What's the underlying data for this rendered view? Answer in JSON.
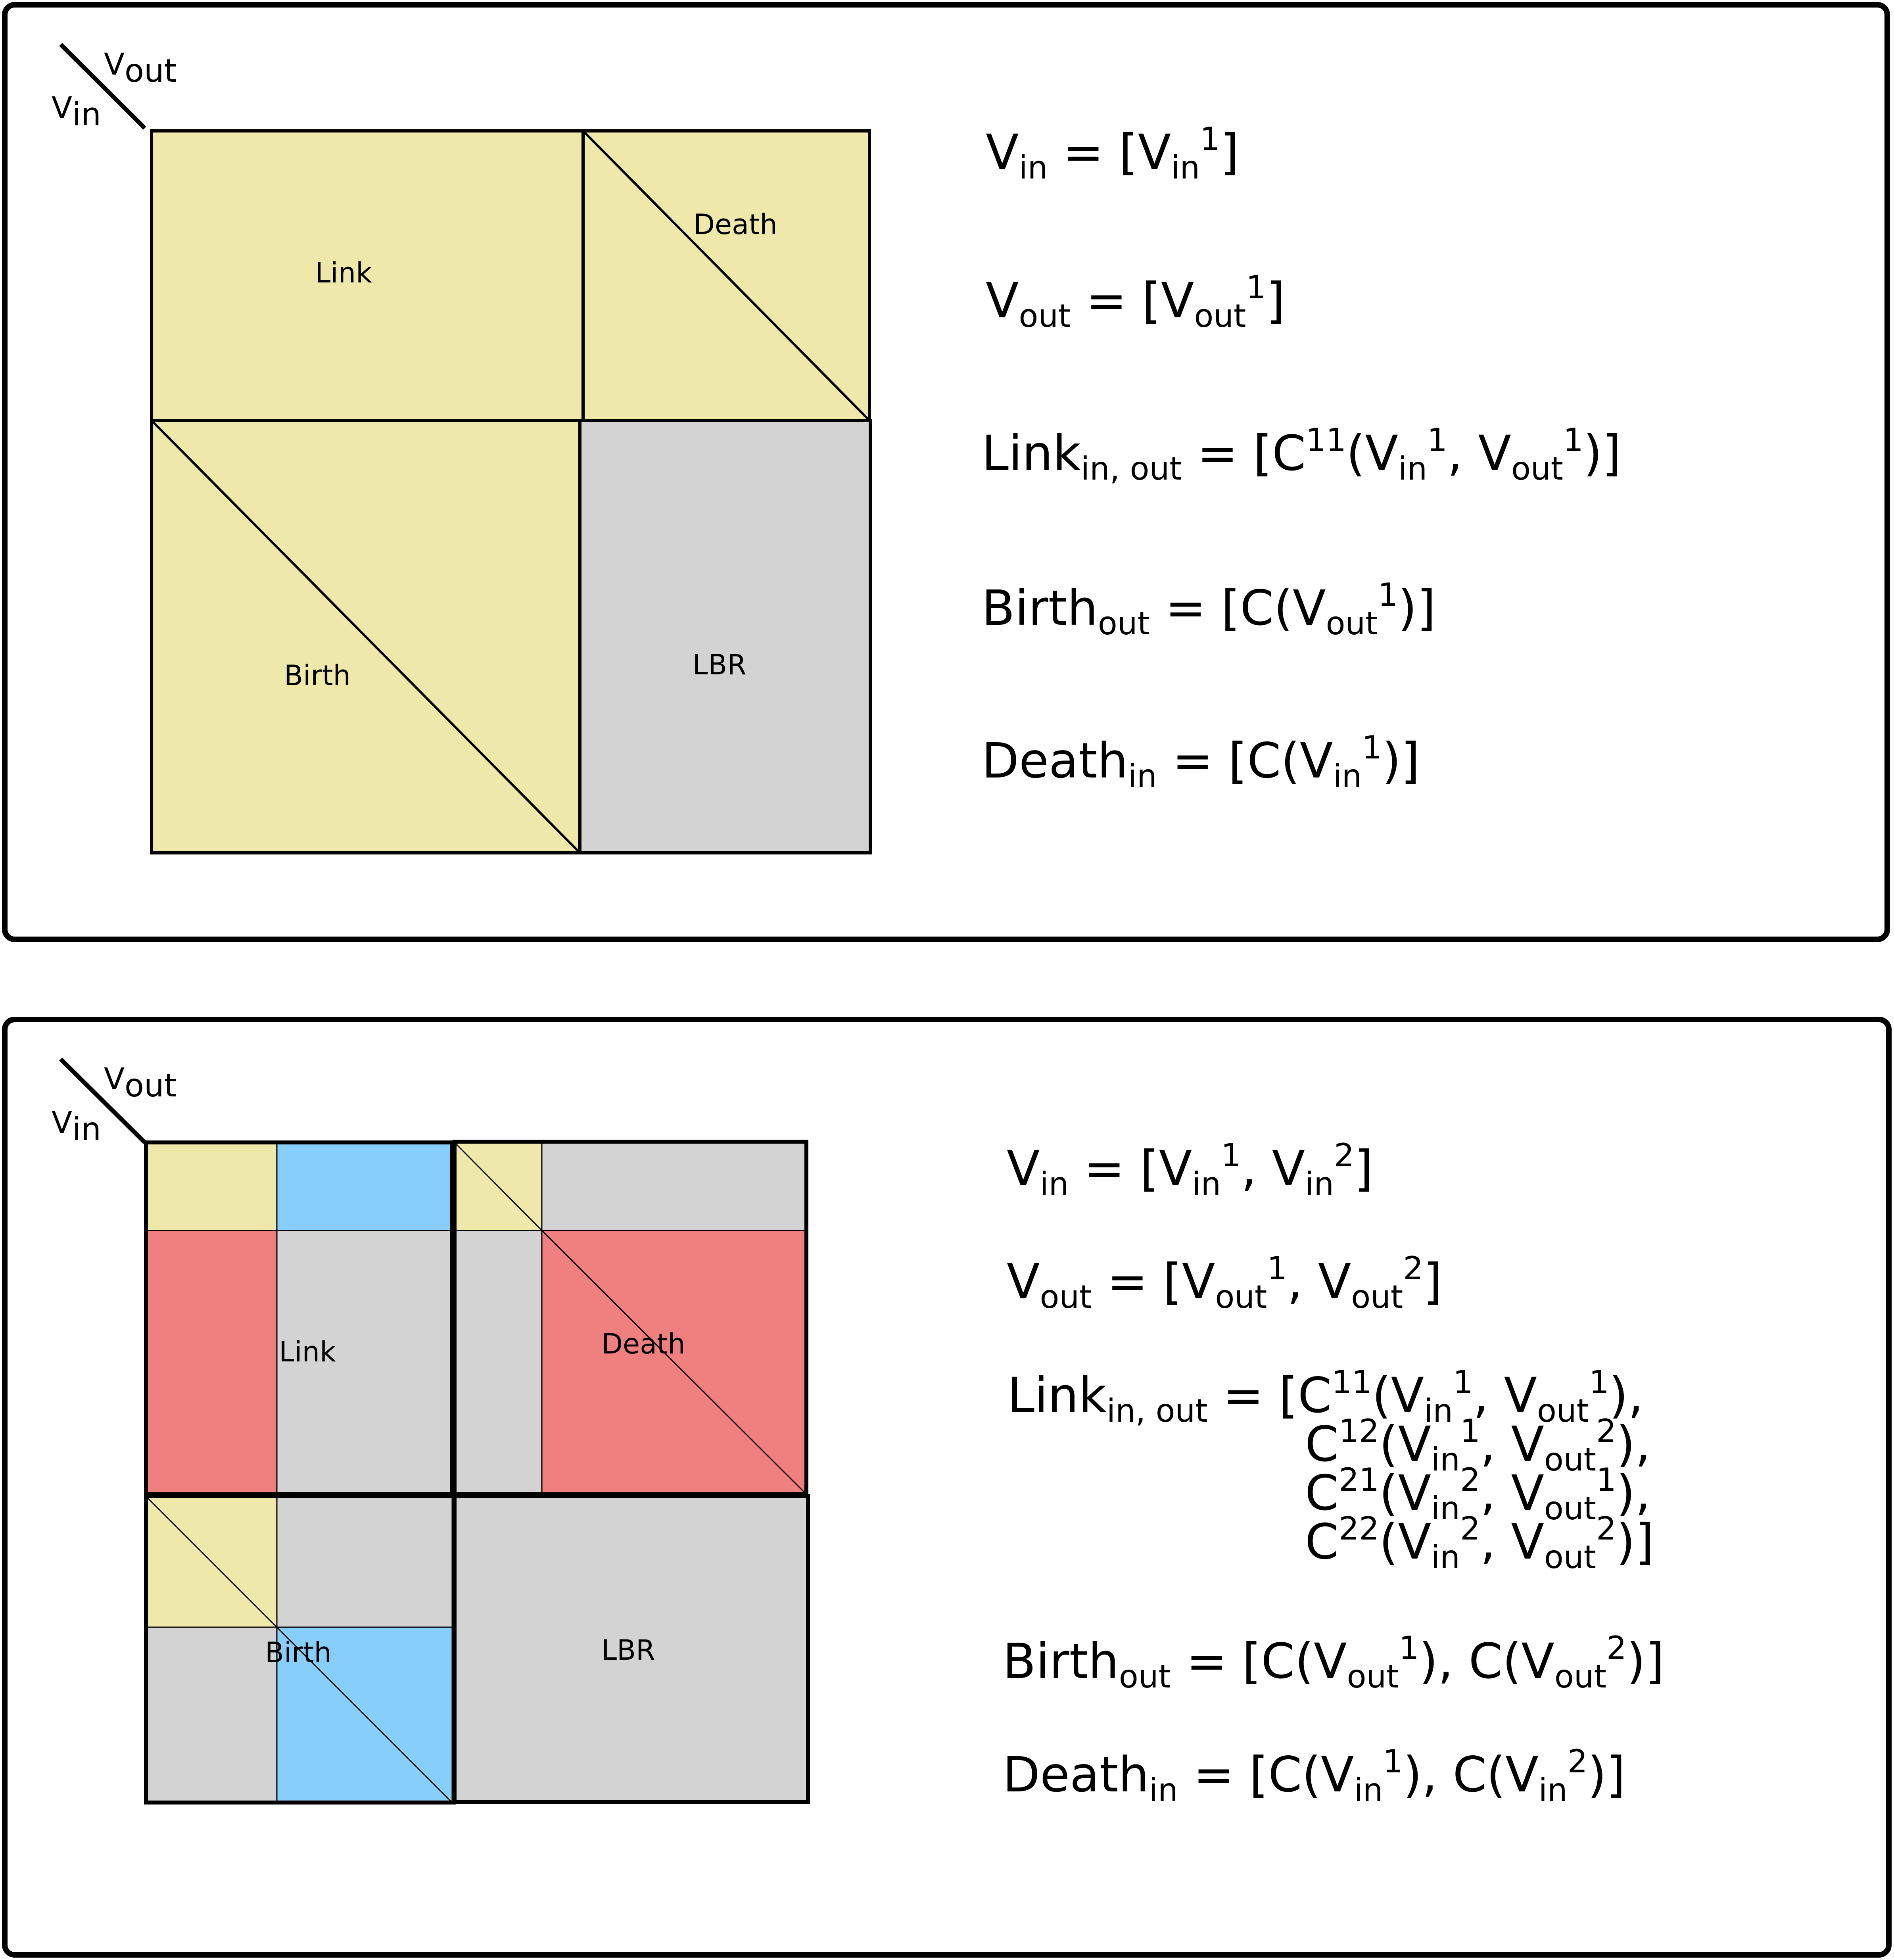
{
  "colors": {
    "yellow": "#eee8aa",
    "blue": "#87cefa",
    "red": "#f08080",
    "gray": "#d3d3d3",
    "stroke": "#000000"
  },
  "axis": {
    "v": "V",
    "out": "out",
    "in": "in"
  },
  "top": {
    "regions": {
      "link": "Link",
      "death": "Death",
      "birth": "Birth",
      "lbr": "LBR"
    },
    "eq": {
      "vin": {
        "a": "V",
        "b": "in",
        "c": " = [V",
        "d": "in",
        "e": "1",
        "f": "]"
      },
      "vout": {
        "a": "V",
        "b": "out",
        "c": " = [V",
        "d": "out",
        "e": "1",
        "f": "]"
      },
      "link": {
        "a": "Link",
        "b": "in, out",
        "c": " = [C",
        "d": "11",
        "e": "(V",
        "f": "in",
        "g": "1",
        "h": ", V",
        "i": "out",
        "j": "1",
        "k": ")]"
      },
      "birth": {
        "a": "Birth",
        "b": "out",
        "c": " = [C(V",
        "d": "out",
        "e": "1",
        "f": ")]"
      },
      "death": {
        "a": "Death",
        "b": "in",
        "c": " = [C(V",
        "d": "in",
        "e": "1",
        "f": ")]"
      }
    }
  },
  "bottom": {
    "regions": {
      "link": "Link",
      "death": "Death",
      "birth": "Birth",
      "lbr": "LBR"
    },
    "eq": {
      "vin": {
        "a": "V",
        "b": "in",
        "c": " = [V",
        "d": "in",
        "e": "1",
        "f": ", V",
        "g": "in",
        "h": "2",
        "i": "]"
      },
      "vout": {
        "a": "V",
        "b": "out",
        "c": " = [V",
        "d": "out",
        "e": "1",
        "f": ", V",
        "g": "out",
        "h": "2",
        "i": "]"
      },
      "link": {
        "head": "Link",
        "head_sub": "in, out",
        "eq": " = [",
        "rows": [
          {
            "c": "C",
            "sup": "11",
            "p": "(V",
            "s1": "in",
            "u1": "1",
            "m": ", V",
            "s2": "out",
            "u2": "1",
            "end": "),"
          },
          {
            "c": "C",
            "sup": "12",
            "p": "(V",
            "s1": "in",
            "u1": "1",
            "m": ", V",
            "s2": "out",
            "u2": "2",
            "end": "),"
          },
          {
            "c": "C",
            "sup": "21",
            "p": "(V",
            "s1": "in",
            "u1": "2",
            "m": ", V",
            "s2": "out",
            "u2": "1",
            "end": "),"
          },
          {
            "c": "C",
            "sup": "22",
            "p": "(V",
            "s1": "in",
            "u1": "2",
            "m": ", V",
            "s2": "out",
            "u2": "2",
            "end": ")]"
          }
        ]
      },
      "birth": {
        "a": "Birth",
        "b": "out",
        "c": " = [C(V",
        "d": "out",
        "e": "1",
        "f": "), C(V",
        "g": "out",
        "h": "2",
        "i": ")]"
      },
      "death": {
        "a": "Death",
        "b": "in",
        "c": " = [C(V",
        "d": "in",
        "e": "1",
        "f": "), C(V",
        "g": "in",
        "h": "2",
        "i": ")]"
      }
    }
  }
}
